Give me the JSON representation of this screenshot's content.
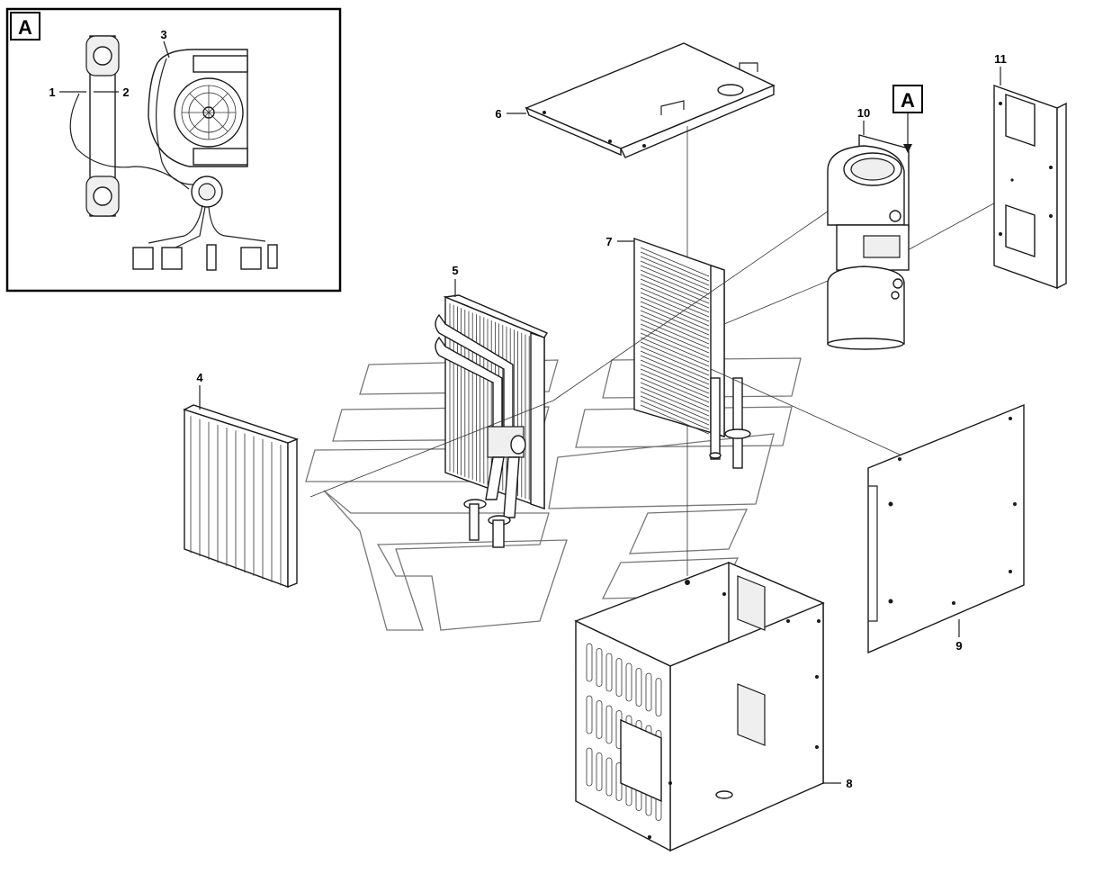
{
  "detail": {
    "tag": "A"
  },
  "callout_tag": "A",
  "labels": {
    "n1": "1",
    "n2": "2",
    "n3": "3",
    "n4": "4",
    "n5": "5",
    "n6": "6",
    "n7": "7",
    "n8": "8",
    "n9": "9",
    "n10": "10",
    "n11": "11"
  },
  "colors": {
    "line": "#1a1a1a",
    "watermark": "#777777",
    "background": "#ffffff"
  }
}
